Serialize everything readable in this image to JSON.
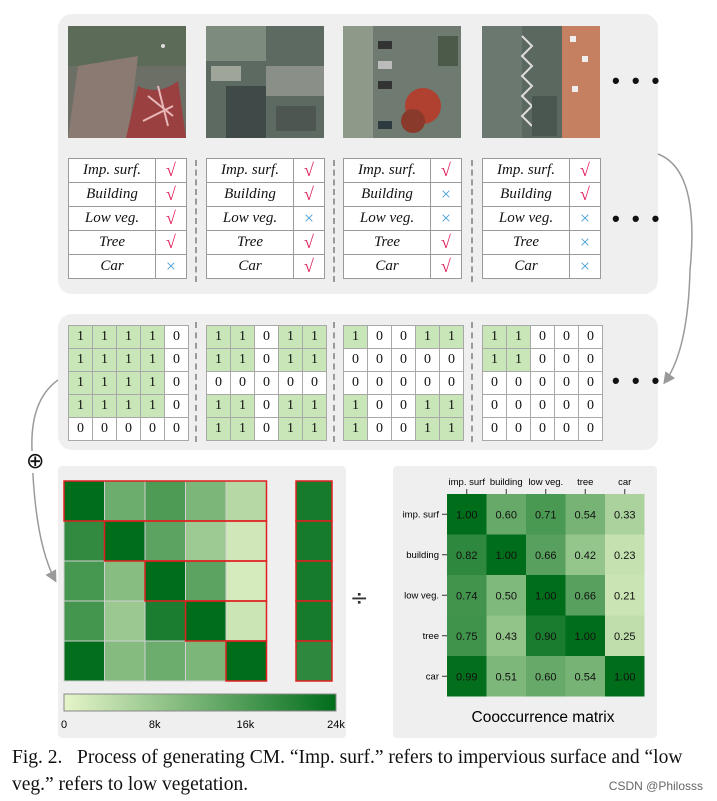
{
  "labels": {
    "names": [
      "Imp. surf.",
      "Building",
      "Low veg.",
      "Tree",
      "Car"
    ],
    "columns": [
      [
        true,
        true,
        true,
        true,
        false
      ],
      [
        true,
        true,
        false,
        true,
        true
      ],
      [
        true,
        false,
        false,
        true,
        true
      ],
      [
        true,
        true,
        false,
        false,
        false
      ]
    ],
    "check_symbol": "√",
    "cross_symbol": "×",
    "ellipsis": "• • •"
  },
  "binary_matrices": [
    [
      [
        1,
        1,
        1,
        1,
        0
      ],
      [
        1,
        1,
        1,
        1,
        0
      ],
      [
        1,
        1,
        1,
        1,
        0
      ],
      [
        1,
        1,
        1,
        1,
        0
      ],
      [
        0,
        0,
        0,
        0,
        0
      ]
    ],
    [
      [
        1,
        1,
        0,
        1,
        1
      ],
      [
        1,
        1,
        0,
        1,
        1
      ],
      [
        0,
        0,
        0,
        0,
        0
      ],
      [
        1,
        1,
        0,
        1,
        1
      ],
      [
        1,
        1,
        0,
        1,
        1
      ]
    ],
    [
      [
        1,
        0,
        0,
        1,
        1
      ],
      [
        0,
        0,
        0,
        0,
        0
      ],
      [
        0,
        0,
        0,
        0,
        0
      ],
      [
        1,
        0,
        0,
        1,
        1
      ],
      [
        1,
        0,
        0,
        1,
        1
      ]
    ],
    [
      [
        1,
        1,
        0,
        0,
        0
      ],
      [
        1,
        1,
        0,
        0,
        0
      ],
      [
        0,
        0,
        0,
        0,
        0
      ],
      [
        0,
        0,
        0,
        0,
        0
      ],
      [
        0,
        0,
        0,
        0,
        0
      ]
    ]
  ],
  "sum_symbol": "⊕",
  "divide_symbol": "÷",
  "colorbar": {
    "ticks": [
      "0",
      "8k",
      "16k",
      "24k"
    ],
    "colors": [
      "#e6f5c9",
      "#006d1b"
    ]
  },
  "count_heatmap_levels": [
    [
      1.0,
      0.6,
      0.71,
      0.54,
      0.33
    ],
    [
      0.82,
      1.0,
      0.66,
      0.42,
      0.23
    ],
    [
      0.74,
      0.5,
      1.0,
      0.66,
      0.21
    ],
    [
      0.75,
      0.43,
      0.9,
      1.0,
      0.25
    ],
    [
      0.99,
      0.51,
      0.6,
      0.54,
      1.0
    ]
  ],
  "chart_data": {
    "type": "heatmap",
    "title": "Cooccurrence matrix",
    "x_categories": [
      "imp. surf",
      "building",
      "low veg.",
      "tree",
      "car"
    ],
    "y_categories": [
      "imp. surf",
      "building",
      "low veg.",
      "tree",
      "car"
    ],
    "values": [
      [
        "1.00",
        "0.60",
        "0.71",
        "0.54",
        "0.33"
      ],
      [
        "0.82",
        "1.00",
        "0.66",
        "0.42",
        "0.23"
      ],
      [
        "0.74",
        "0.50",
        "1.00",
        "0.66",
        "0.21"
      ],
      [
        "0.75",
        "0.43",
        "0.90",
        "1.00",
        "0.25"
      ],
      [
        "0.99",
        "0.51",
        "0.60",
        "0.54",
        "1.00"
      ]
    ],
    "colors": {
      "low": "#e6f5c9",
      "high": "#006d1b"
    }
  },
  "caption": {
    "prefix": "Fig. 2.",
    "text": "Process of generating CM. “Imp. surf.” refers to impervious surface and “low veg.” refers to low vegetation."
  },
  "watermark": "CSDN @Philosss"
}
